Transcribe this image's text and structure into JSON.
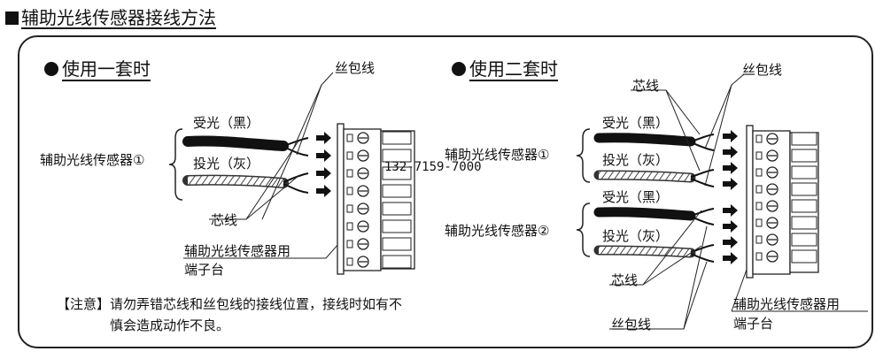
{
  "title": "辅助光线传感器接线方法",
  "section_one": {
    "heading": "使用一套时",
    "sensor_label": "辅助光线传感器①",
    "receive_label": "受光（黑）",
    "emit_label": "投光（灰）",
    "shield_label": "丝包线",
    "core_label": "芯线",
    "terminal_label_line1": "辅助光线传感器用",
    "terminal_label_line2": "端子台"
  },
  "section_two": {
    "heading": "使用二套时",
    "core_label_top": "芯线",
    "shield_label_top": "丝包线",
    "sensor1_label": "辅助光线传感器①",
    "sensor2_label": "辅助光线传感器②",
    "receive_label_1": "受光（黑）",
    "emit_label_1": "投光（灰）",
    "receive_label_2": "受光（黑）",
    "emit_label_2": "投光（灰）",
    "core_label_bottom": "芯线",
    "shield_label_bottom": "丝包线",
    "terminal_label_line1": "辅助光线传感器用",
    "terminal_label_line2": "端子台"
  },
  "note": {
    "line1": "【注意】请勿弄错芯线和丝包线的接线位置，接线时如有不",
    "line2": "慎会造成动作不良。"
  },
  "overlay_phone": "132-7159-7000"
}
